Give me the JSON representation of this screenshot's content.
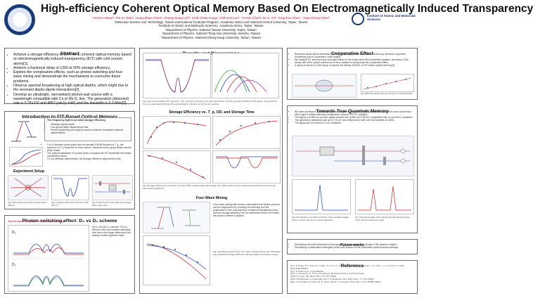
{
  "header": {
    "title": "High-efficiency Coherent Optical Memory Based On Electromagnetically Induced Transparency",
    "authors": "Ya-Fen Hsiao¹², Pin-Ju Tsai¹², Hung-Shiue Chen², Sheng-Xiang Lin²³, Chih-Chiao Hung², Chih-Hsi Lee², Yi-Hsin Chen², Ite A. Yu³, Yong-Fan Chen´, Ying-Cheng Chen²",
    "affiliations": [
      "¹Molecular Science and Technology, Taiwan International Graduate Program, Academia Sinica and National Central University, Taipei, Taiwan",
      "²Institute of Atomic and Molecular Sciences, Academia Sinica, Taipei, Taiwan",
      "³Department of Physics, National Taiwan University, Taipei, Taiwan",
      "⁴Department of Physics, National Tsing Hua University, Hsinchu, Taiwan",
      "⁵Department of Physics, National Cheng Kung University, Tainan, Taiwan"
    ],
    "right_logo_text": "Institute of Atomic and Molecular Sciences"
  },
  "abstract": {
    "title": "Abstract",
    "items": [
      "Achieve a storage efficiency of 92% for a coherent optical memory based on electromagnetically induced transparency (EIT) with cold cesium atoms[1].",
      "Achieve a fractional delay of 1200 at 50% storage efficiency.",
      "Explore the complication effects, such as photon switching and four-wave mixing and demonstrate the mechanisms to overcome these problems.",
      "Observe spectral broadening at high optical depths, which might due to the resonant dipole-dipole interactions[2].",
      "Develop an ultrabright, narrowband photon-pair source with a wavelength compatible with Cs or Rb D₁ line. The generation (detected) rate is 5.7Kx10⁸ and 4862 pair/(s·mW) and the linewidth is 6.0 MHz[3]."
    ]
  },
  "intro": {
    "title": "Introduction to EIT-Based Optical Memory",
    "box_title": "The frequency light in an ideal storage efficiency",
    "box_lines": [
      "Ultrahigh optical depth",
      "Low ground state decoherence rate",
      "Prevent switching when light is used to minimize unwanted nonlinear optical effects"
    ],
    "bullets": [
      "For a Gaussian probe pulse with an intensity FWHM duration of T_p, the spectrum of T_p depends on three factors, absorption loss, group delay, and the pulse shape.",
      "The optimal bandwidth of a probe pulse compares the EIT bandwidth and delay-bandwidth product.",
      "For an ultrahigh optical depth, the storage efficiency approaches unity."
    ],
    "setup_title": "Experiment Setup",
    "fig_captions": [
      "Fig. Schematic timing with optical depth > 200 [1].",
      "Fig. A typical outline EIT spectrum with OD = 8.",
      "Fig. Setup for EIT, slow light and storage light experiment."
    ]
  },
  "switching": {
    "title": "Photon switching effect: D₂ vs D₁ scheme",
    "plot_label": "Representative EIT spectra for the D₂ and D₁ schemes",
    "note": "(a) D₂ and (b) D₁ scheme. The D₁ scheme has much weaker switching loss due to the larger detuning of the nearby excited hyperfine state.",
    "labels": [
      "D₂",
      "D₁"
    ]
  },
  "results": {
    "title": "Results and Discussions",
    "caption_top": "Fig. (a) A representative EIT spectrum. The red line is a theory curve with parameters. (b) The spectra for different OD values. The total time from our data was 92.2% and the optical depth is chosen as 0.5 for the spectra.",
    "storage_title": "Storage Efficiency vs. T_p, OD, and Storage Time",
    "caption_mid": "Fig. Storage efficiency as a function of pulse width, optical depth and storage time. Blue circles are the experimental data and red lines are theoretical predictions.",
    "fwm_title": "Four-Wave Mixing",
    "fwm_text": "Four-wave mixing that mimics a stimulated anti-Stokes process can be suppressed by choosing the detuning and the polarization of the coupling field. Numerical calculations show that the storage efficiency can be maintained above 90% when the proper scheme is applied.",
    "caption_fwm": "Fig. (a) Energy levels for the four-wave mixing process. (b) Calculated and measured storage efficiency with and without four-wave mixing."
  },
  "cooperative": {
    "title": "Cooperative Effect",
    "items": [
      "Resonant dipole-dipole interactions (RDDI) in optically dense cold atomic media may introduce a spectral broadening and a cooperative Lamb shift[2].",
      "We analyze EIT spectrum and slow light based on the single-atom Bloch-Maxwell equation, but allow γ₀ (the decay rate of the optical coherence) to be a variable to incorporate the cooperative effect.",
      "A rigorous theory, in order study to explore the effects of RDDI on EIT-based optical memory[2]."
    ],
    "plot_caption": "Fig. Effective decay rate as a function of optical depth."
  },
  "towards": {
    "title": "Towards True Quantum Memory",
    "items": [
      "We have developed a photon pair source based on cavity-enhanced spontaneous parametric down-conversion with a type-II phase-matching configuration using a PPKTP crystal[3].",
      "The signal is at 895 nm and the signal and idler are at 852 and 795 nm, compatible with Cs and Rb D₁ transition.",
      "The generation (detected) rate are 5.7 Kx10⁸ and 4862 pair/(s·mW) with the linewidth 6.0 MHz.",
      "The signal can be locked to Cs D₁ transition."
    ],
    "fig_captions": [
      "Fig. The Glauber correlation function of the heralded single-photon source with time resolved detection.",
      "Fig. The wavelength of the signal and idler filtered by the cavity and temperature tuning."
    ]
  },
  "future": {
    "title": "Future works",
    "items": [
      "Developing the three-dimensional tomography to characterize the storage in the quantum regime.",
      "Developing a polarization-entangled photon pair source for the polarization-qubit quantum storage."
    ]
  },
  "references": {
    "title": "Reference",
    "items": [
      "[1] Y.-F. Hsiao, P.-J. Tsai, H.-S. Chen, S.-X. Lin, C.-C. Hung, C.-H. Lee, Y.-H. Chen, Y.-F. Chen, I. A. Yu, and Y.-C. Chen, arXiv:1605.08519.",
      "[2] Y.-F. Hsiao et al., in preparation.",
      "[3] P.-J. Tsai and Y.-C. Chen, submitted to Quantum Science and Technology.",
      "[4] M. D. Lukin, Rev. Mod. Phys. 75, 457 (2003).",
      "[5] M. Fleischhauer, A. Imamoglu, and J. P. Marangos, Rev. Mod. Phys. 77, 633 (2005).",
      "[6] A. V. Gorshkov, A. Andre, M. D. Lukin, and A. S. Sorensen, Phys. Rev. A 76, 033805 (2007)."
    ]
  },
  "colors": {
    "panel_border": "#6b6b6b",
    "title_text": "#111111",
    "author_text": "#b0132b",
    "blue_curve": "#1f3fbf",
    "red_curve": "#d21f1f",
    "green_curve": "#2aa12a",
    "magenta_curve": "#c020b0"
  }
}
